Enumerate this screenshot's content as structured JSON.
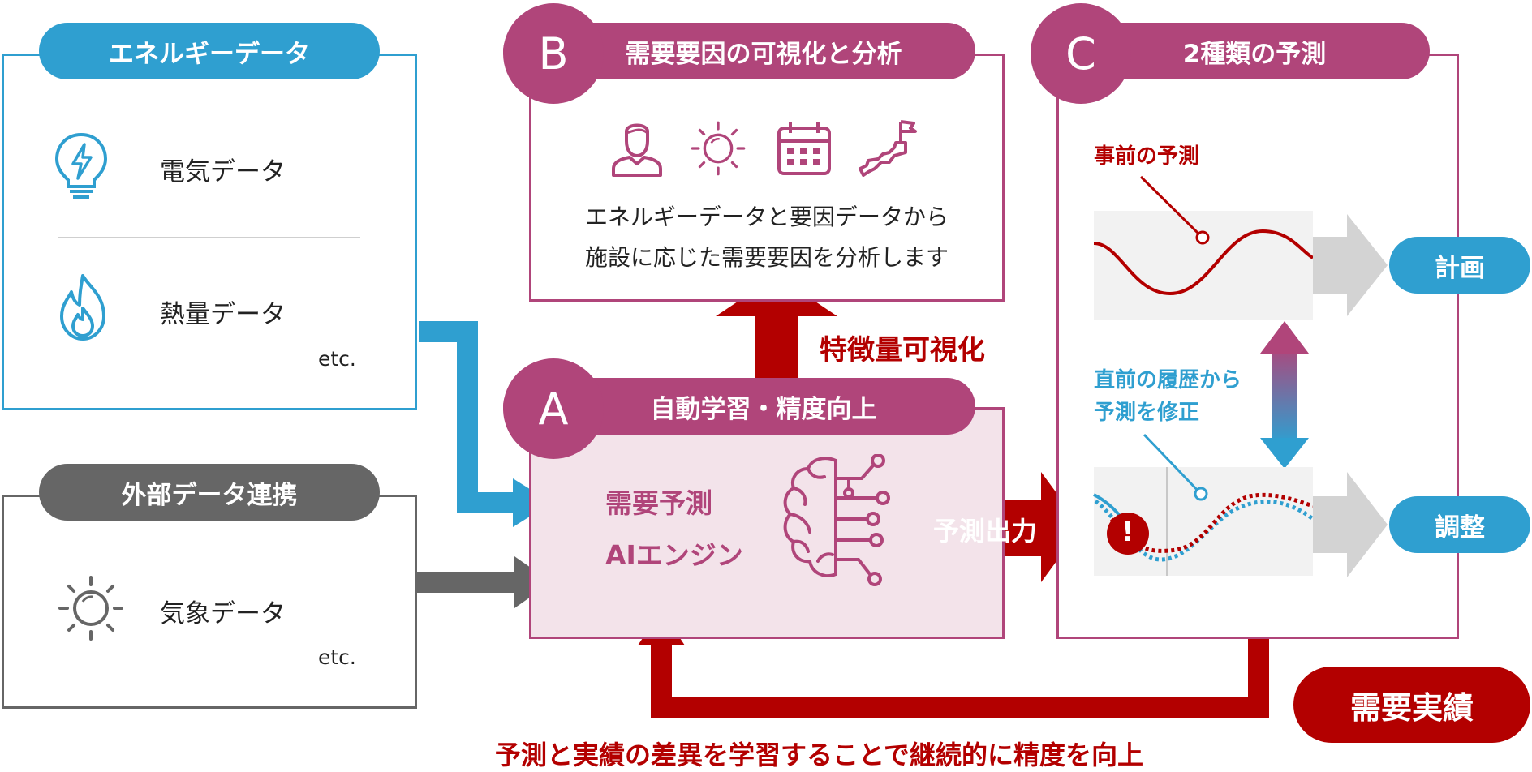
{
  "colors": {
    "blue": "#2f9fd0",
    "gray": "#666666",
    "magenta": "#b0457a",
    "red": "#b30000",
    "light_pink": "#f3e3ea",
    "light_gray": "#d3d3d3"
  },
  "energy": {
    "title": "エネルギーデータ",
    "items": [
      {
        "label": "電気データ",
        "icon": "lightbulb-bolt-icon"
      },
      {
        "label": "熱量データ",
        "icon": "flame-icon"
      }
    ],
    "etc": "etc."
  },
  "external": {
    "title": "外部データ連携",
    "items": [
      {
        "label": "気象データ",
        "icon": "sun-icon"
      }
    ],
    "etc": "etc."
  },
  "section_b": {
    "letter": "B",
    "title": "需要要因の可視化と分析",
    "icons": [
      "person-icon",
      "sun-icon",
      "calendar-icon",
      "japan-map-icon"
    ],
    "line1": "エネルギーデータと要因データから",
    "line2": "施設に応じた需要要因を分析します"
  },
  "section_a": {
    "letter": "A",
    "title": "自動学習・精度向上",
    "engine_line1": "需要予測",
    "engine_line2": "AIエンジン"
  },
  "section_c": {
    "letter": "C",
    "title": "2種類の予測",
    "pre_forecast": "事前の予測",
    "correction_line1": "直前の履歴から",
    "correction_line2": "予測を修正",
    "plan": "計画",
    "adjust": "調整"
  },
  "arrows": {
    "visualize": "特徴量可視化",
    "output": "予測出力",
    "actual": "需要実績",
    "feedback": "予測と実績の差異を学習することで継続的に精度を向上"
  }
}
